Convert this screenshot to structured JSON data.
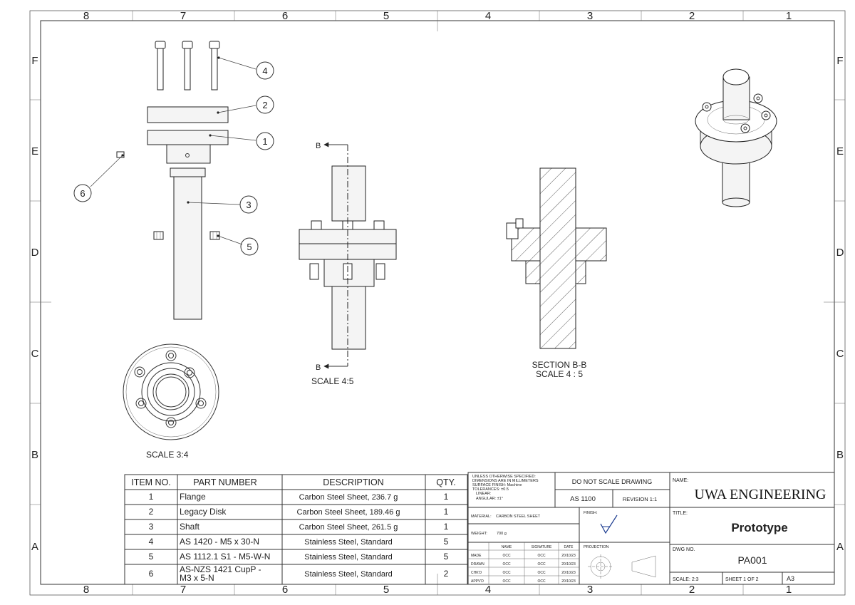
{
  "border": {
    "columns": [
      "8",
      "7",
      "6",
      "5",
      "4",
      "3",
      "2",
      "1"
    ],
    "rows": [
      "F",
      "E",
      "D",
      "C",
      "B",
      "A"
    ]
  },
  "views": {
    "exploded_scale": "SCALE 3:4",
    "front_scale": "SCALE 4:5",
    "section_title": "SECTION B-B",
    "section_scale": "SCALE 4 : 5",
    "section_marker": "B"
  },
  "balloons": [
    "4",
    "2",
    "1",
    "6",
    "3",
    "5"
  ],
  "bom": {
    "headers": [
      "ITEM NO.",
      "PART NUMBER",
      "DESCRIPTION",
      "QTY."
    ],
    "rows": [
      {
        "item": "1",
        "part": "Flange",
        "description": "Carbon Steel Sheet, 236.7 g",
        "qty": "1"
      },
      {
        "item": "2",
        "part": "Legacy Disk",
        "description": "Carbon Steel Sheet, 189.46 g",
        "qty": "1"
      },
      {
        "item": "3",
        "part": "Shaft",
        "description": "Carbon Steel Sheet, 261.5 g",
        "qty": "1"
      },
      {
        "item": "4",
        "part": "AS 1420 - M5 x 30-N",
        "description": "Stainless Steel, Standard",
        "qty": "5"
      },
      {
        "item": "5",
        "part": "AS 1112.1 S1 - M5-W-N",
        "description": "Stainless Steel, Standard",
        "qty": "5"
      },
      {
        "item": "6",
        "part": "AS-NZS 1421 CupP -",
        "part2": "M3 x 5-N",
        "description": "Stainless Steel, Standard",
        "qty": "2"
      }
    ]
  },
  "title_block": {
    "notes": [
      "UNLESS OTHERWISE SPECIFIED:",
      "DIMENSIONS ARE IN MILLIMETERS",
      "SURFACE FINISH: Machine",
      "TOLERANCES: ±0.5",
      "LINEAR:",
      "ANGULAR:  ±1°"
    ],
    "do_not_scale": "DO NOT SCALE DRAWING",
    "standard": "AS 1100",
    "revision": "REVISION 1:1",
    "material_label": "MATERIAL:",
    "material": "CARBON STEEL SHEET",
    "weight_label": "WEIGHT:",
    "weight": "700 g",
    "finish_label": "FINISH:",
    "projection_label": "PROJECTION",
    "sig_headers": [
      "NAME",
      "SIGNATURE",
      "DATE"
    ],
    "sig_rows": [
      {
        "role": "MADE",
        "name": "OCC",
        "signature": "OCC",
        "date": "20/10/23"
      },
      {
        "role": "DRAWN",
        "name": "OCC",
        "signature": "OCC",
        "date": "20/10/23"
      },
      {
        "role": "CHK'D",
        "name": "OCC",
        "signature": "OCC",
        "date": "20/10/23"
      },
      {
        "role": "APPV'D",
        "name": "OCC",
        "signature": "OCC",
        "date": "20/10/23"
      }
    ],
    "name_label": "NAME:",
    "name": "UWA ENGINEERING",
    "title_label": "TITLE:",
    "title": "Prototype",
    "dwg_label": "DWG NO.",
    "dwg_no": "PA001",
    "scale": "SCALE: 2:3",
    "sheet": "SHEET 1 OF 2",
    "size": "A3"
  }
}
